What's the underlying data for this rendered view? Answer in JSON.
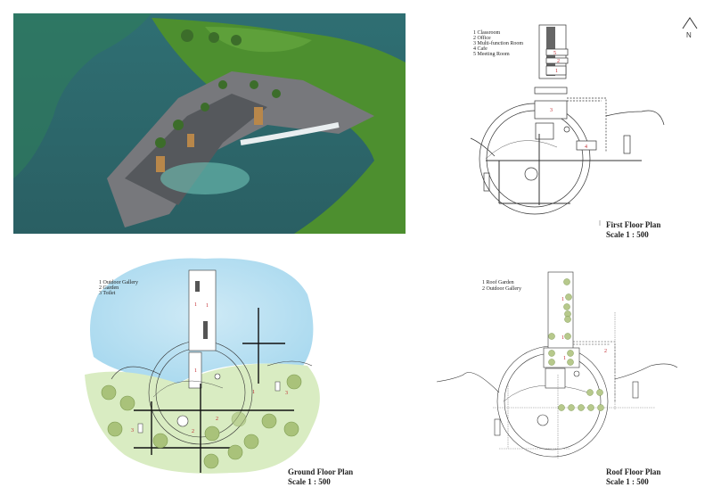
{
  "north_arrow": {
    "label": "N"
  },
  "first_floor": {
    "legend": [
      "1 Classroom",
      "2 Office",
      "3 Multi-function Room",
      "4 Cafe",
      "5 Meeting Room"
    ],
    "title": "First Floor Plan",
    "scale": "Scale 1 : 500",
    "room_numbers": [
      "5",
      "2",
      "1",
      "3",
      "4"
    ]
  },
  "ground_floor": {
    "legend": [
      "1 Outdoor Gallery",
      "2 Garden",
      "3 Toilet"
    ],
    "title": "Ground Floor Plan",
    "scale": "Scale 1 : 500",
    "room_numbers": [
      "1",
      "1",
      "1",
      "1",
      "2",
      "2",
      "3",
      "3"
    ]
  },
  "roof_floor": {
    "legend": [
      "1 Roof Garden",
      "2 Outdoor Gallery"
    ],
    "title": "Roof Floor Plan",
    "scale": "Scale 1 : 500",
    "room_numbers": [
      "1",
      "1",
      "1",
      "2"
    ]
  },
  "colors": {
    "water": "#bfe3f2",
    "grass": "#d7ebbf",
    "tree": "#a9c27a",
    "room_number": "#c0262c"
  }
}
